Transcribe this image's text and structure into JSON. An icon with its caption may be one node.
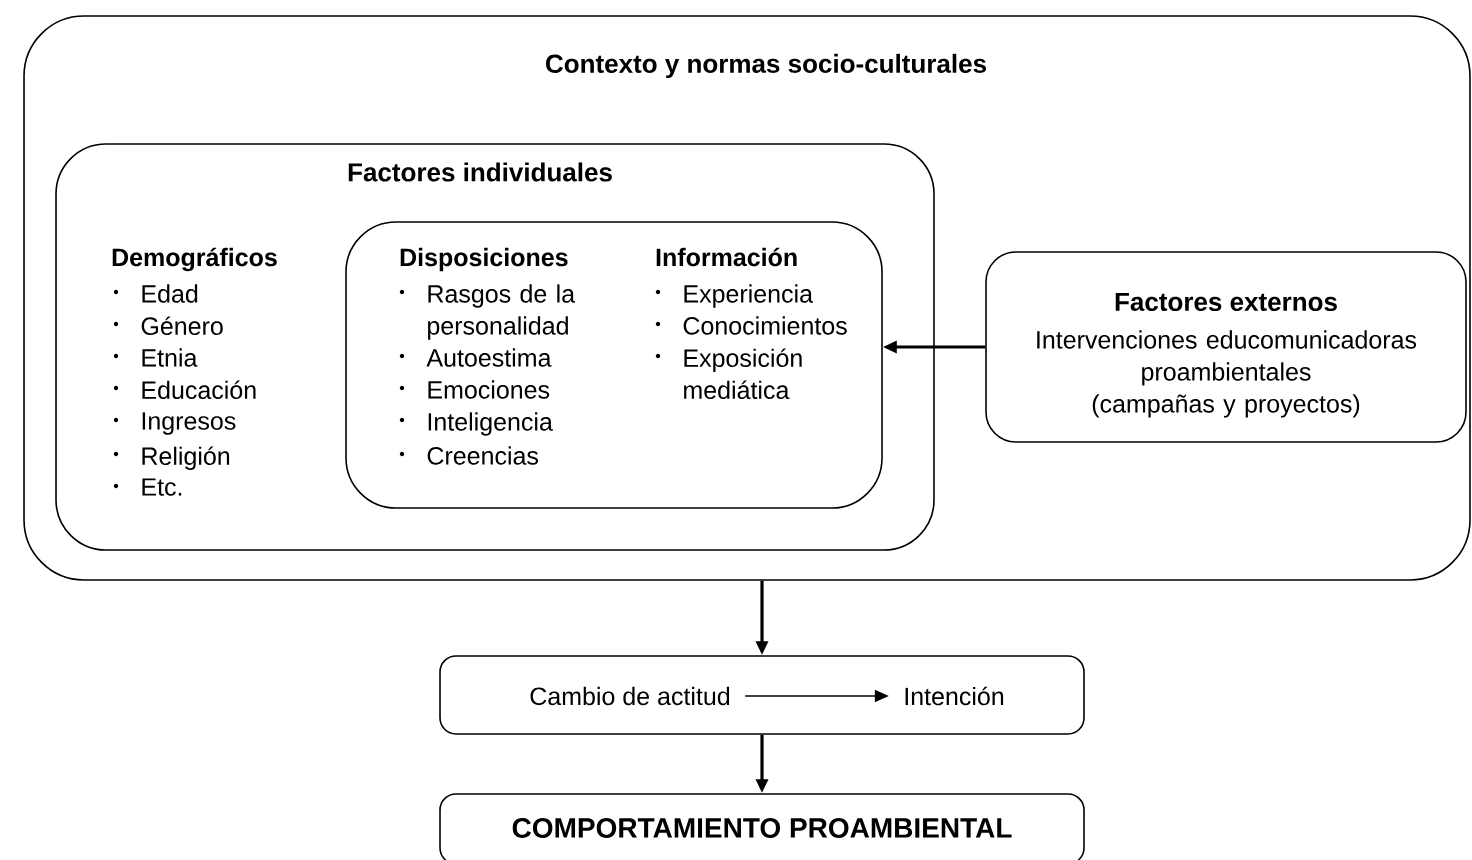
{
  "diagram": {
    "nodes": [
      {
        "text": [
          "Contexto y normas socio-culturales"
        ]
      },
      {
        "text": [
          "Factores individuales",
          "Demográficos",
          "Edad",
          "Género",
          "Etnia",
          "Educación",
          "Ingresos",
          "Religión",
          "Etc."
        ],
        "in": 0
      },
      {
        "text": [
          "Disposiciones",
          "Rasgos de la personalidad",
          "Autoestima",
          "Emociones",
          "Inteligencia",
          "Creencias",
          "Información",
          "Experiencia",
          "Conocimientos",
          "Exposición mediática"
        ],
        "in": 1
      },
      {
        "text": [
          "Factores externos",
          "Intervenciones educomunicadoras proambientales (campañas y proyectos)"
        ],
        "in": 0
      },
      {
        "text": [],
        "shape": "box"
      },
      {
        "text": [
          "Cambio de actitud"
        ],
        "in": 4
      },
      {
        "text": [
          "Intención"
        ],
        "in": 4
      },
      {
        "text": [
          "COMPORTAMIENTO PROAMBIENTAL"
        ]
      }
    ],
    "edges": [
      {
        "from": 3,
        "to": 2,
        "arrow": "to"
      },
      {
        "from": 0,
        "to": 4,
        "arrow": "to"
      },
      {
        "from": 5,
        "to": 6,
        "arrow": "to"
      },
      {
        "from": 4,
        "to": 7,
        "arrow": "to"
      }
    ]
  }
}
